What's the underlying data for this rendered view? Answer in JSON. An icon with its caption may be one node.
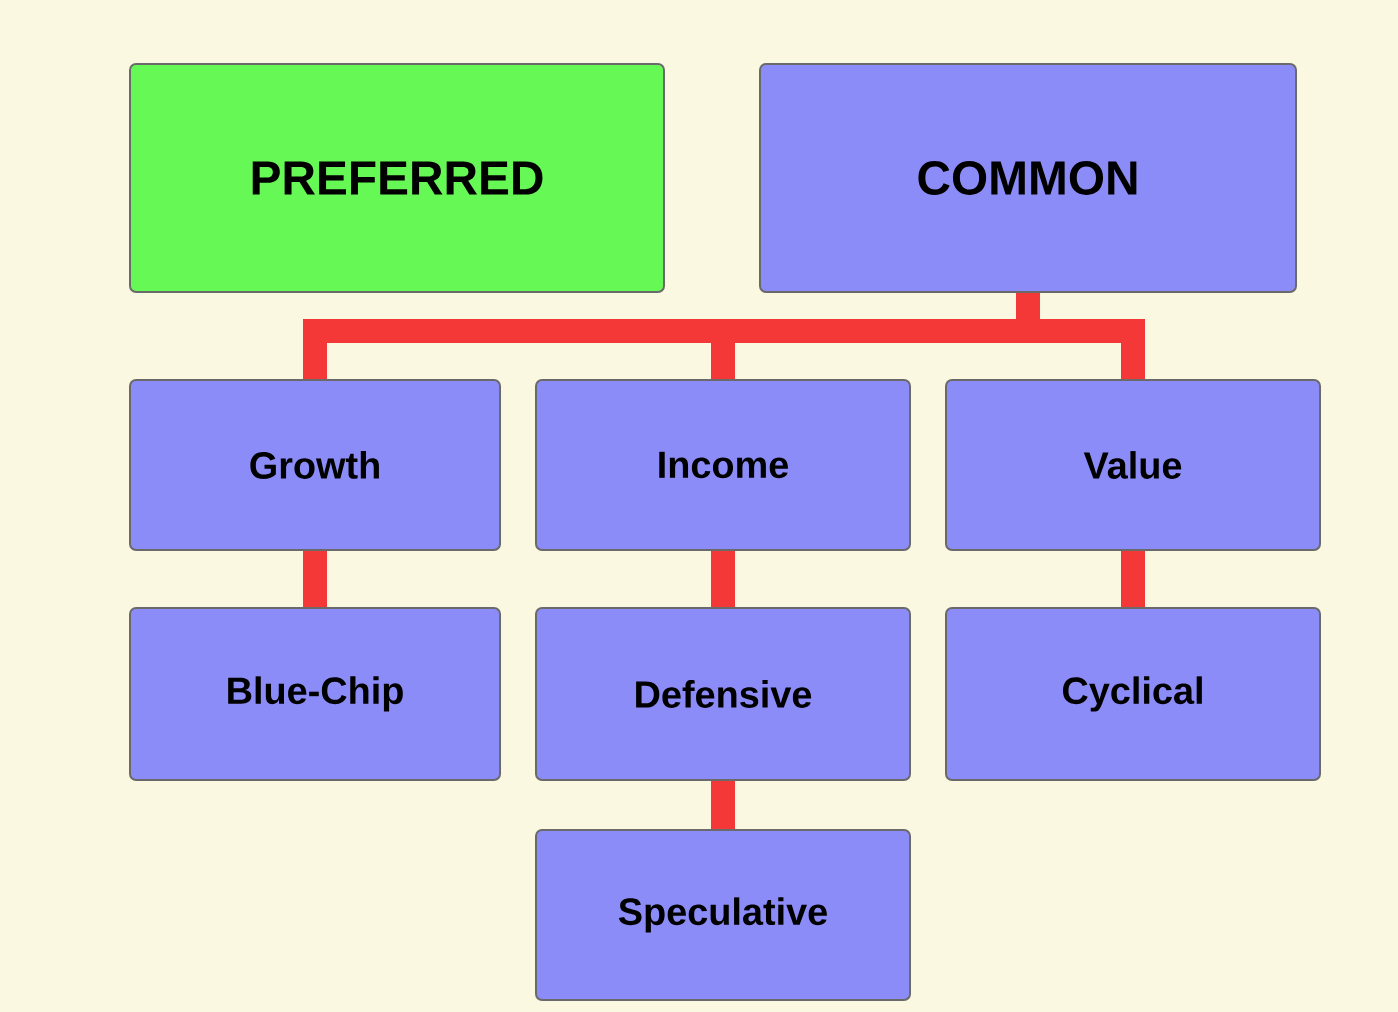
{
  "diagram": {
    "nodes": [
      {
        "text": [
          "PREFERRED"
        ]
      },
      {
        "text": [
          "COMMON"
        ]
      },
      {
        "text": [
          "Growth"
        ]
      },
      {
        "text": [
          "Income"
        ]
      },
      {
        "text": [
          "Value"
        ]
      },
      {
        "text": [
          "Blue-Chip"
        ]
      },
      {
        "text": [
          "Defensive"
        ]
      },
      {
        "text": [
          "Cyclical"
        ]
      },
      {
        "text": [
          "Speculative"
        ]
      }
    ],
    "edges": [
      {
        "from": 1,
        "to": 2,
        "arrow": "none"
      },
      {
        "from": 1,
        "to": 3,
        "arrow": "none"
      },
      {
        "from": 1,
        "to": 4,
        "arrow": "none"
      },
      {
        "from": 2,
        "to": 5,
        "arrow": "none"
      },
      {
        "from": 3,
        "to": 6,
        "arrow": "none"
      },
      {
        "from": 4,
        "to": 7,
        "arrow": "none"
      },
      {
        "from": 6,
        "to": 8,
        "arrow": "none"
      }
    ]
  }
}
